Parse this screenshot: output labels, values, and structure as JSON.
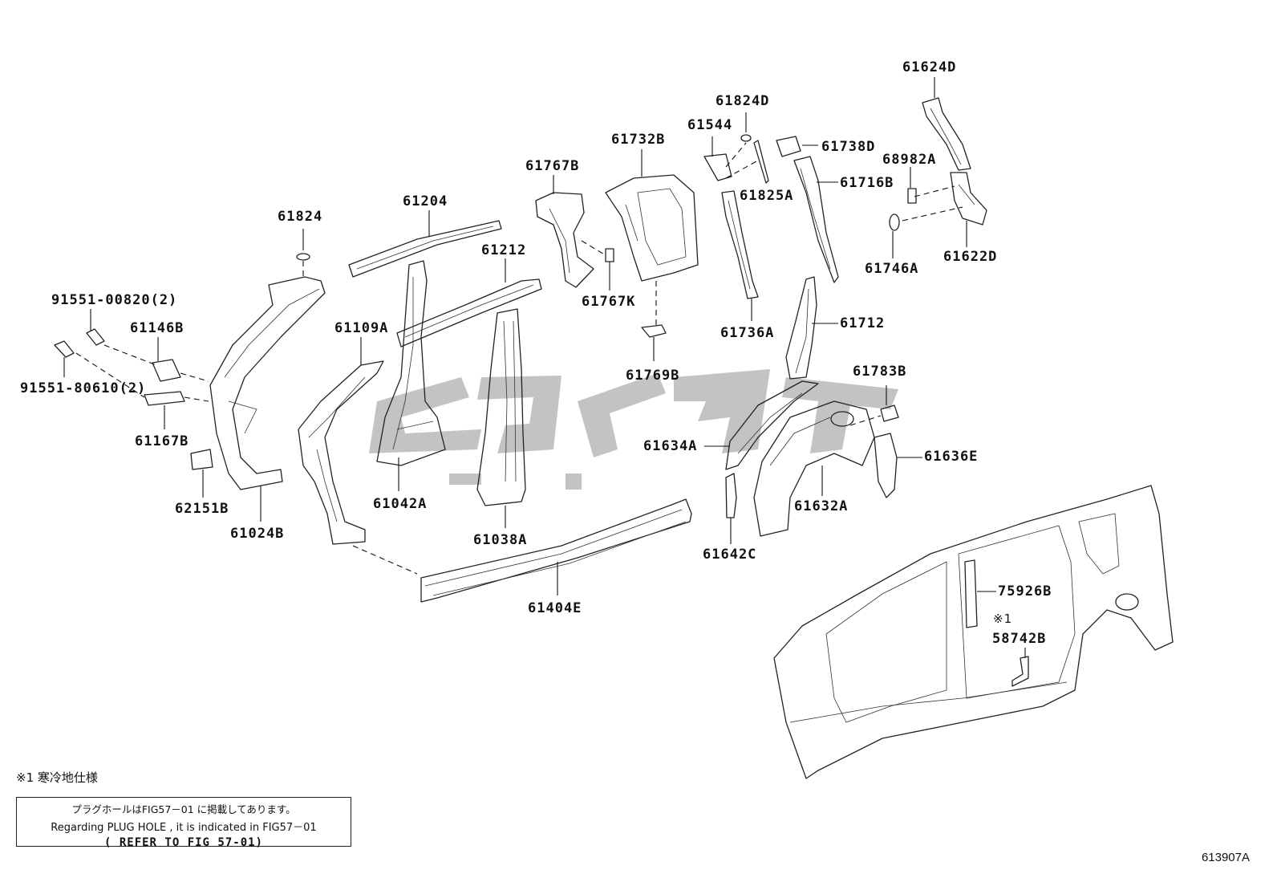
{
  "diagram": {
    "parts": [
      {
        "id": "61824D",
        "label": "61624D"
      },
      {
        "id": "61824D_top",
        "label": "61824D"
      },
      {
        "id": "61732B",
        "label": "61732B"
      },
      {
        "id": "61544",
        "label": "61544"
      },
      {
        "id": "61738D",
        "label": "61738D"
      },
      {
        "id": "68982A",
        "label": "68982A"
      },
      {
        "id": "61767B",
        "label": "61767B"
      },
      {
        "id": "61716B",
        "label": "61716B"
      },
      {
        "id": "61825A",
        "label": "61825A"
      },
      {
        "id": "61204",
        "label": "61204"
      },
      {
        "id": "61824",
        "label": "61824"
      },
      {
        "id": "61212",
        "label": "61212"
      },
      {
        "id": "61622D",
        "label": "61622D"
      },
      {
        "id": "61746A",
        "label": "61746A"
      },
      {
        "id": "61767K",
        "label": "61767K"
      },
      {
        "id": "91551-00820",
        "label": "91551-00820(2)"
      },
      {
        "id": "61146B",
        "label": "61146B"
      },
      {
        "id": "61109A",
        "label": "61109A"
      },
      {
        "id": "61712",
        "label": "61712"
      },
      {
        "id": "61736A",
        "label": "61736A"
      },
      {
        "id": "91551-80610",
        "label": "91551-80610(2)"
      },
      {
        "id": "61769B",
        "label": "61769B"
      },
      {
        "id": "61783B",
        "label": "61783B"
      },
      {
        "id": "61167B",
        "label": "61167B"
      },
      {
        "id": "61634A",
        "label": "61634A"
      },
      {
        "id": "61636E",
        "label": "61636E"
      },
      {
        "id": "61042A",
        "label": "61042A"
      },
      {
        "id": "62151B",
        "label": "62151B"
      },
      {
        "id": "61632A",
        "label": "61632A"
      },
      {
        "id": "61024B",
        "label": "61024B"
      },
      {
        "id": "61038A",
        "label": "61038A"
      },
      {
        "id": "61642C",
        "label": "61642C"
      },
      {
        "id": "61404E",
        "label": "61404E"
      },
      {
        "id": "75926B",
        "label": "75926B"
      },
      {
        "id": "note-mark",
        "label": "※1"
      },
      {
        "id": "58742B",
        "label": "58742B"
      }
    ]
  },
  "note": {
    "title": "※1 寒冷地仕様",
    "line1": "プラグホールはFIG57－01 に掲載してあります。",
    "line2": "Regarding  PLUG HOLE , it is  indicated  in  FIG57－01",
    "line3": "( REFER TO FIG 57-01)"
  },
  "figure_code": "613907A",
  "colors": {
    "line": "#222222",
    "watermark": "#b9b9b9",
    "background": "#ffffff"
  }
}
